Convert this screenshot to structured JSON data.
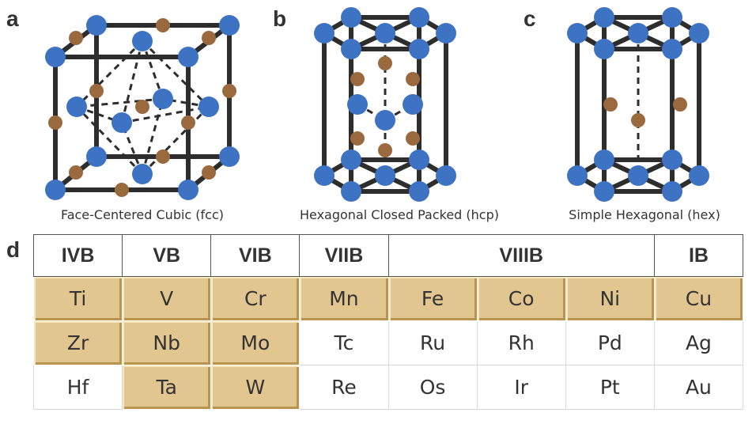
{
  "panels": {
    "a": {
      "label": "a",
      "caption": "Face-Centered Cubic (fcc)"
    },
    "b": {
      "label": "b",
      "caption": "Hexagonal Closed Packed (hcp)"
    },
    "c": {
      "label": "c",
      "caption": "Simple Hexagonal (hex)"
    },
    "d": {
      "label": "d"
    }
  },
  "colors": {
    "metal_atom": "#3e73c4",
    "interstitial_atom": "#9a6a3e",
    "frame": "#2d2d2d",
    "highlight": "#e2c690"
  },
  "table": {
    "headers": [
      {
        "label": "IVB",
        "span": 1
      },
      {
        "label": "VB",
        "span": 1
      },
      {
        "label": "VIB",
        "span": 1
      },
      {
        "label": "VIIB",
        "span": 1
      },
      {
        "label": "VIIIB",
        "span": 3
      },
      {
        "label": "IB",
        "span": 1
      }
    ],
    "rows": [
      [
        {
          "el": "Ti",
          "hl": true
        },
        {
          "el": "V",
          "hl": true
        },
        {
          "el": "Cr",
          "hl": true
        },
        {
          "el": "Mn",
          "hl": true
        },
        {
          "el": "Fe",
          "hl": true
        },
        {
          "el": "Co",
          "hl": true
        },
        {
          "el": "Ni",
          "hl": true
        },
        {
          "el": "Cu",
          "hl": true
        }
      ],
      [
        {
          "el": "Zr",
          "hl": true
        },
        {
          "el": "Nb",
          "hl": true
        },
        {
          "el": "Mo",
          "hl": true
        },
        {
          "el": "Tc",
          "hl": false
        },
        {
          "el": "Ru",
          "hl": false
        },
        {
          "el": "Rh",
          "hl": false
        },
        {
          "el": "Pd",
          "hl": false
        },
        {
          "el": "Ag",
          "hl": false
        }
      ],
      [
        {
          "el": "Hf",
          "hl": false
        },
        {
          "el": "Ta",
          "hl": true
        },
        {
          "el": "W",
          "hl": true
        },
        {
          "el": "Re",
          "hl": false
        },
        {
          "el": "Os",
          "hl": false
        },
        {
          "el": "Ir",
          "hl": false
        },
        {
          "el": "Pt",
          "hl": false
        },
        {
          "el": "Au",
          "hl": false
        }
      ]
    ]
  }
}
